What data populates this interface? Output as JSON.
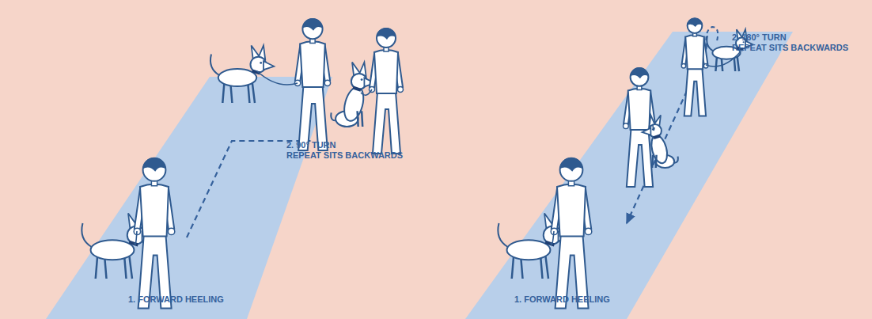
{
  "diagram": {
    "labels": [
      "1. FORWARD HEELING",
      "2. 90° TURN",
      "REPEAT SITS BACKWARDS",
      "1. FORWARD HEELING",
      "2. 180° TURN",
      "REPEAT SITS BACKWARDS"
    ]
  }
}
